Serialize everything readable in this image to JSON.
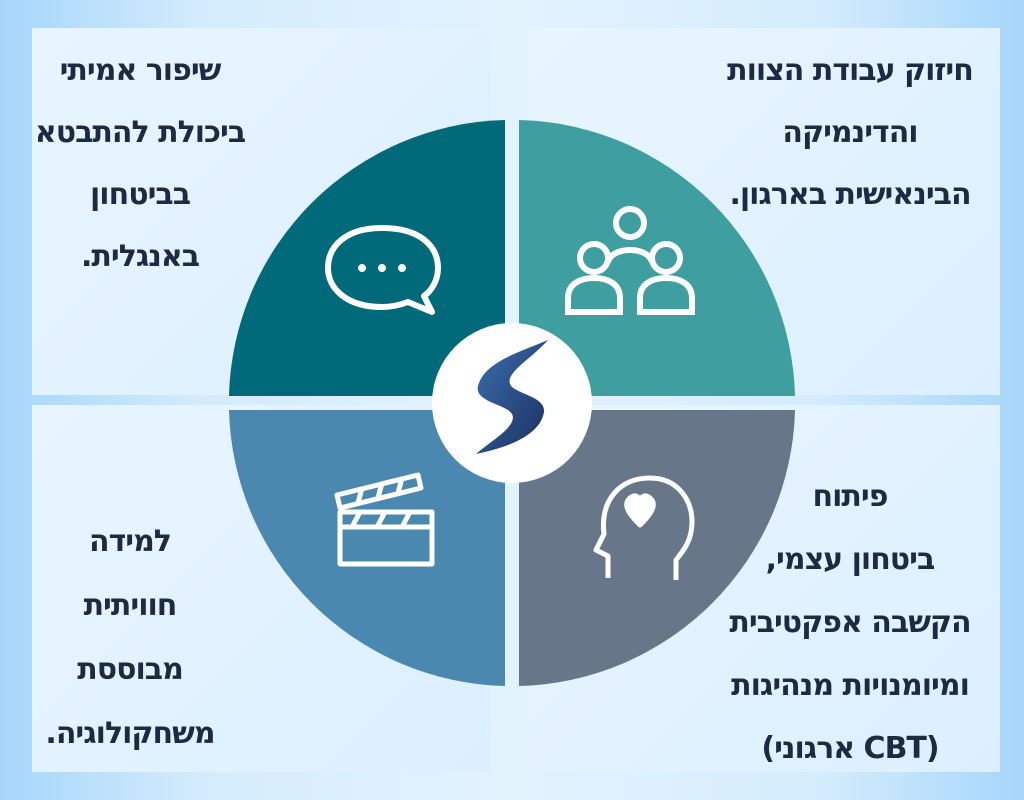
{
  "colors": {
    "top_left": "#006a7a",
    "top_right": "#3f9e9f",
    "bottom_left": "#4a88b0",
    "bottom_right": "#677689",
    "text": "#1e2a44"
  },
  "quadrants": {
    "top_left": {
      "icon": "speech-bubble-icon",
      "lines": [
        "שיפור אמיתי",
        "ביכולת להתבטא",
        "בביטחון",
        "באנגלית."
      ]
    },
    "top_right": {
      "icon": "team-icon",
      "lines": [
        "חיזוק עבודת הצוות",
        "והדינמיקה",
        "הבינאישית בארגון."
      ]
    },
    "bottom_left": {
      "icon": "clapperboard-icon",
      "lines": [
        "למידה",
        "חוויתית",
        "מבוססת",
        "משחקולוגיה."
      ]
    },
    "bottom_right": {
      "icon": "head-heart-icon",
      "lines": [
        "פיתוח",
        "ביטחון עצמי,",
        "הקשבה אפקטיבית",
        "ומיומנויות מנהיגות",
        "(CBT ארגוני)"
      ]
    }
  },
  "center_logo": "logo-s-icon"
}
